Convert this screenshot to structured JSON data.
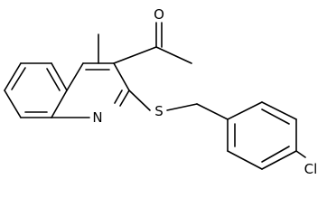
{
  "molecule": {
    "atom_labels": {
      "oxygen": "O",
      "nitrogen": "N",
      "sulfur": "S",
      "chlorine": "Cl"
    }
  }
}
